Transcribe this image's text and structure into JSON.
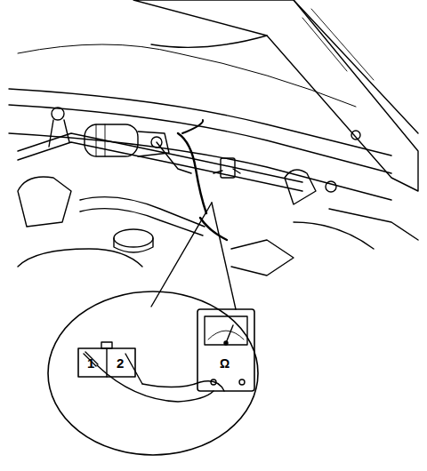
{
  "diagram": {
    "labels": [
      "1",
      "2",
      "Ω"
    ]
  }
}
